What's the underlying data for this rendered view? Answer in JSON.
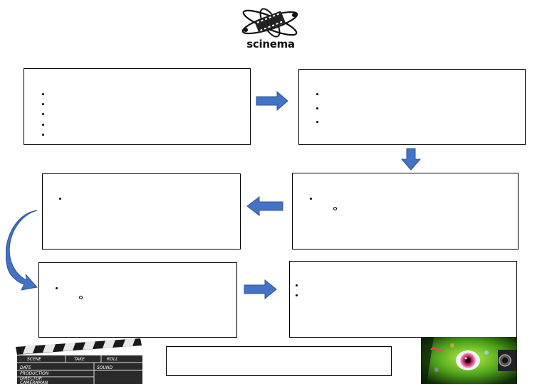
{
  "logo": {
    "name": "scinema"
  },
  "boxes": [
    {
      "id": "box-1",
      "bullets": 5
    },
    {
      "id": "box-2",
      "bullets": 3
    },
    {
      "id": "box-3",
      "bullets": 1,
      "sub_bullets": 1
    },
    {
      "id": "box-4",
      "bullets": 1
    },
    {
      "id": "box-5",
      "bullets": 1,
      "sub_bullets": 1
    },
    {
      "id": "box-6",
      "bullets": 2
    },
    {
      "id": "box-7",
      "bullets": 0
    }
  ],
  "clapperboard": {
    "labels": [
      "SCENE",
      "TAKE",
      "ROLL",
      "DATE",
      "SOUND",
      "PRODUCTION",
      "DIRECTOR",
      "CAMERAMAN"
    ]
  },
  "colors": {
    "arrow": "#4472c4",
    "arrow_border": "#2f5597",
    "science_bg": "#7ed321"
  },
  "icons": [
    "scinema-logo-icon",
    "clapperboard-icon",
    "science-eye-icon"
  ]
}
